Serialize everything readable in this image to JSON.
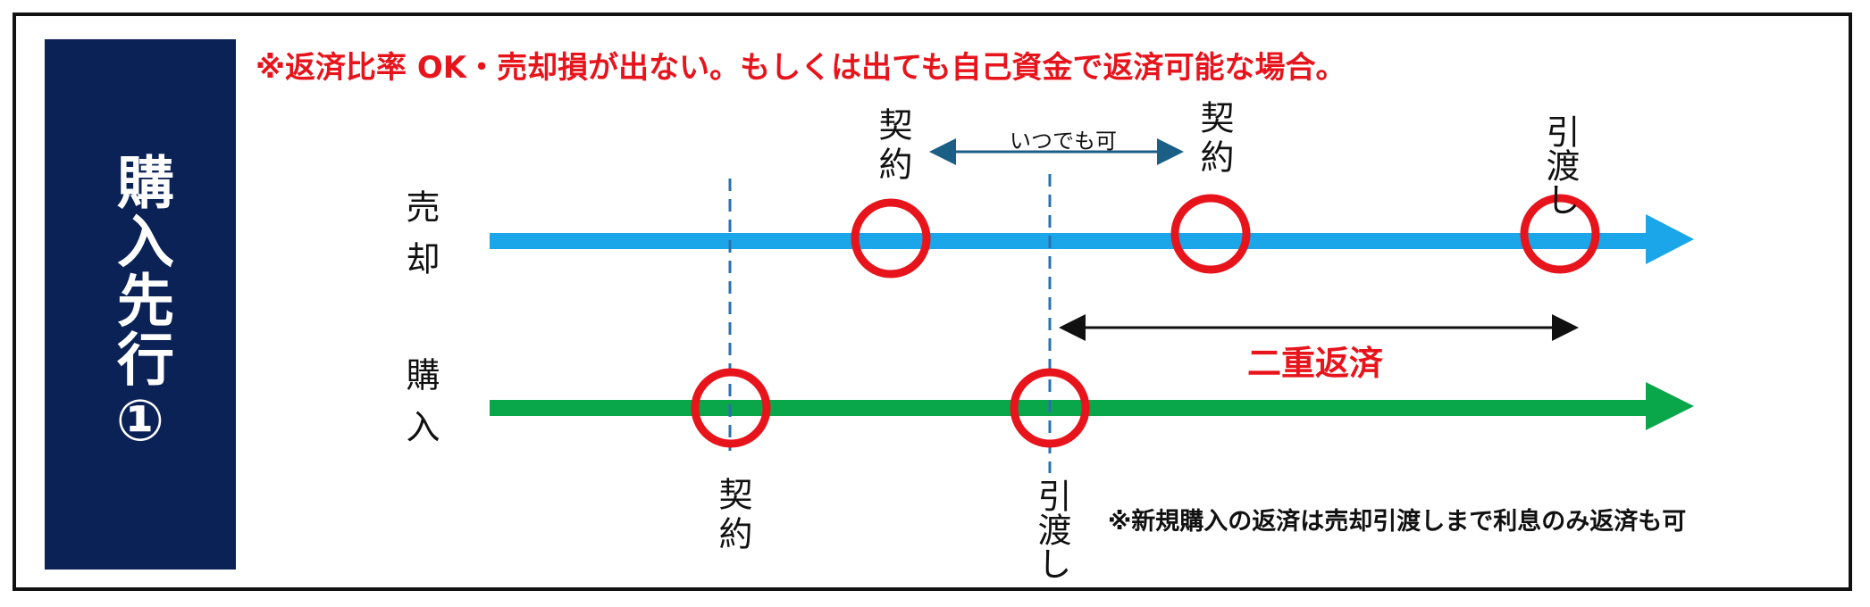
{
  "side_title": "購入先行①",
  "condition_note": "※返済比率 OK・売却損が出ない。もしくは出ても自己資金で返済可能な場合。",
  "rows": {
    "sale": "売却",
    "purchase": "購入"
  },
  "events": {
    "sale_contract_a": "契約",
    "sale_contract_b": "契約",
    "sale_handover": "引渡し",
    "purchase_contract": "契約",
    "purchase_handover": "引渡し"
  },
  "anytime_label": "いつでも可",
  "double_repayment_label": "二重返済",
  "interest_note": "※新規購入の返済は売却引渡しまで利息のみ返済も可",
  "colors": {
    "sidebar": "#0a2256",
    "sale_line": "#1aa6e8",
    "purchase_line": "#0aa64a",
    "circle": "#e8141c",
    "accent_red": "#e8141c",
    "dashed": "#2a70b0",
    "anytime_arrow": "#1b5f86"
  }
}
